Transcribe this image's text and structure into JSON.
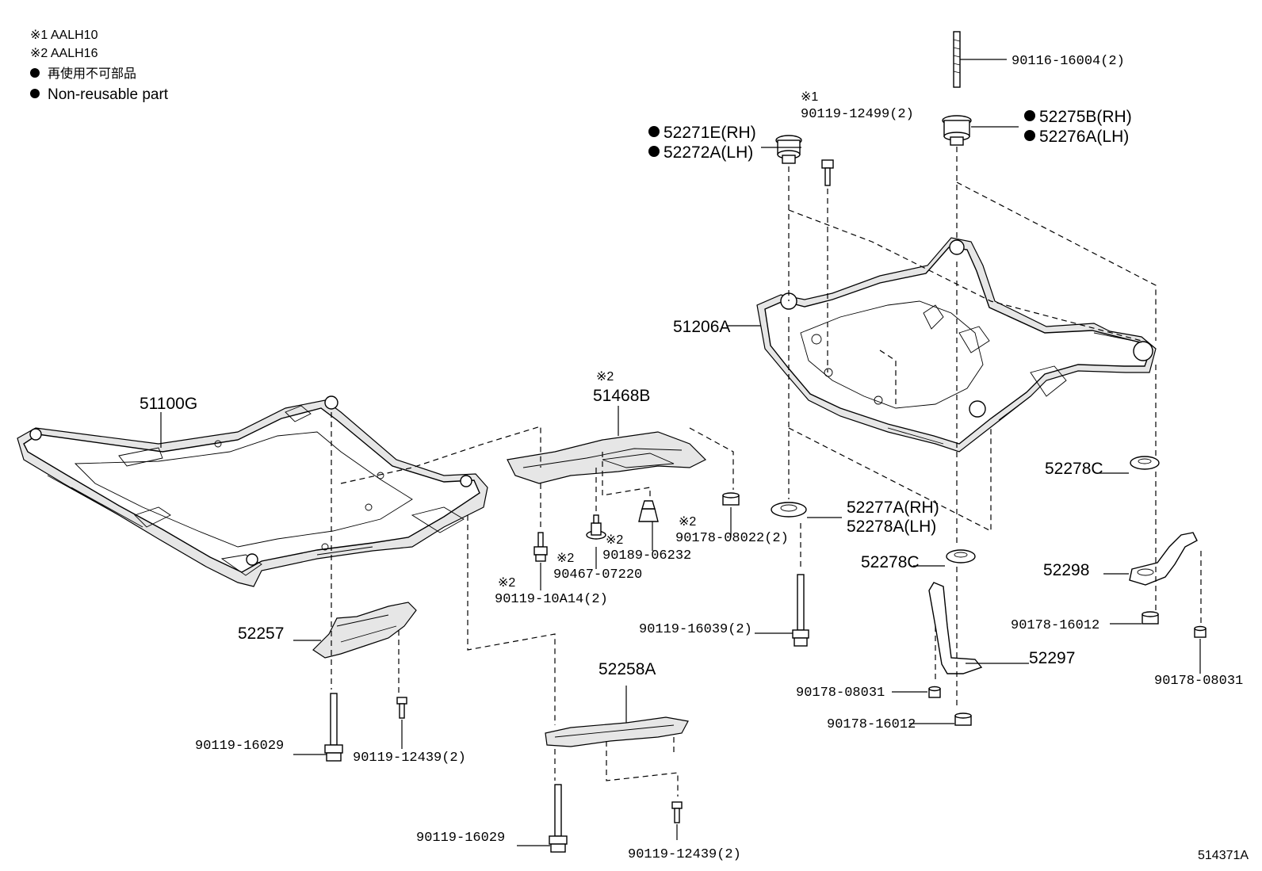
{
  "legend": {
    "note1": "※1 AALH10",
    "note2": "※2 AALH16",
    "nonreusable_jp": "再使用不可部品",
    "nonreusable_en": "Non-reusable part"
  },
  "figure_id": "514371A",
  "markers": {
    "m1": "※1",
    "m2": "※2"
  },
  "parts": {
    "p_90116_16004": "90116-16004(2)",
    "p_90119_12499": "90119-12499(2)",
    "p_52271E": "52271E(RH)",
    "p_52272A": "52272A(LH)",
    "p_52275B": "52275B(RH)",
    "p_52276A": "52276A(LH)",
    "p_51206A": "51206A",
    "p_51100G": "51100G",
    "p_51468B": "51468B",
    "p_52278C_a": "52278C",
    "p_52277A": "52277A(RH)",
    "p_52278A": "52278A(LH)",
    "p_52278C_b": "52278C",
    "p_52298": "52298",
    "p_90178_08022": "90178-08022(2)",
    "p_90189_06232": "90189-06232",
    "p_90467_07220": "90467-07220",
    "p_90119_10A14": "90119-10A14(2)",
    "p_90119_16039": "90119-16039(2)",
    "p_52257": "52257",
    "p_52297": "52297",
    "p_90178_16012_a": "90178-16012",
    "p_90178_08031_a": "90178-08031",
    "p_90178_08031_b": "90178-08031",
    "p_90178_16012_b": "90178-16012",
    "p_52258A": "52258A",
    "p_90119_16029_a": "90119-16029",
    "p_90119_12439_a": "90119-12439(2)",
    "p_90119_16029_b": "90119-16029",
    "p_90119_12439_b": "90119-12439(2)"
  }
}
